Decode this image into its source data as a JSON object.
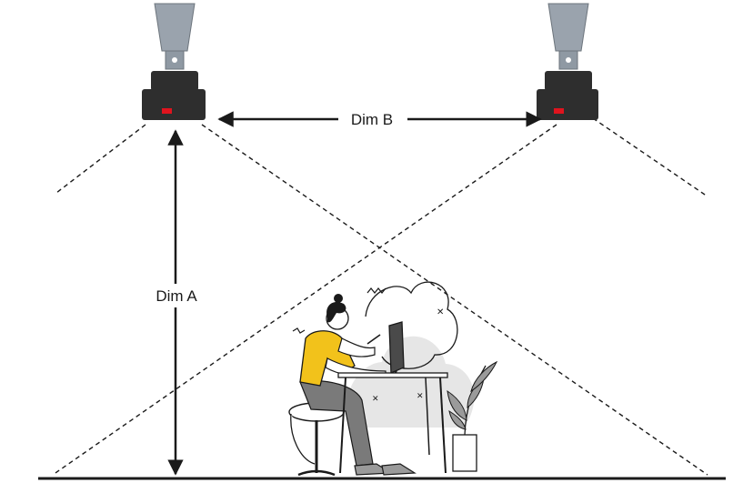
{
  "diagram": {
    "dimensions": [
      {
        "id": "dim-a",
        "label": "Dim A"
      },
      {
        "id": "dim-b",
        "label": "Dim B"
      }
    ],
    "sensors": [
      {
        "id": "sensor-left",
        "icon": "ceiling-sensor-icon"
      },
      {
        "id": "sensor-right",
        "icon": "ceiling-sensor-icon"
      }
    ],
    "scene": {
      "icon": "person-at-desk-illustration"
    },
    "colors": {
      "line": "#1a1a1a",
      "sensor_body": "#2e2e2e",
      "sensor_mount": "#9aa3ad",
      "indicator": "#e0141e",
      "shirt": "#f2c21b",
      "cloud": "#e6e6e6"
    }
  }
}
